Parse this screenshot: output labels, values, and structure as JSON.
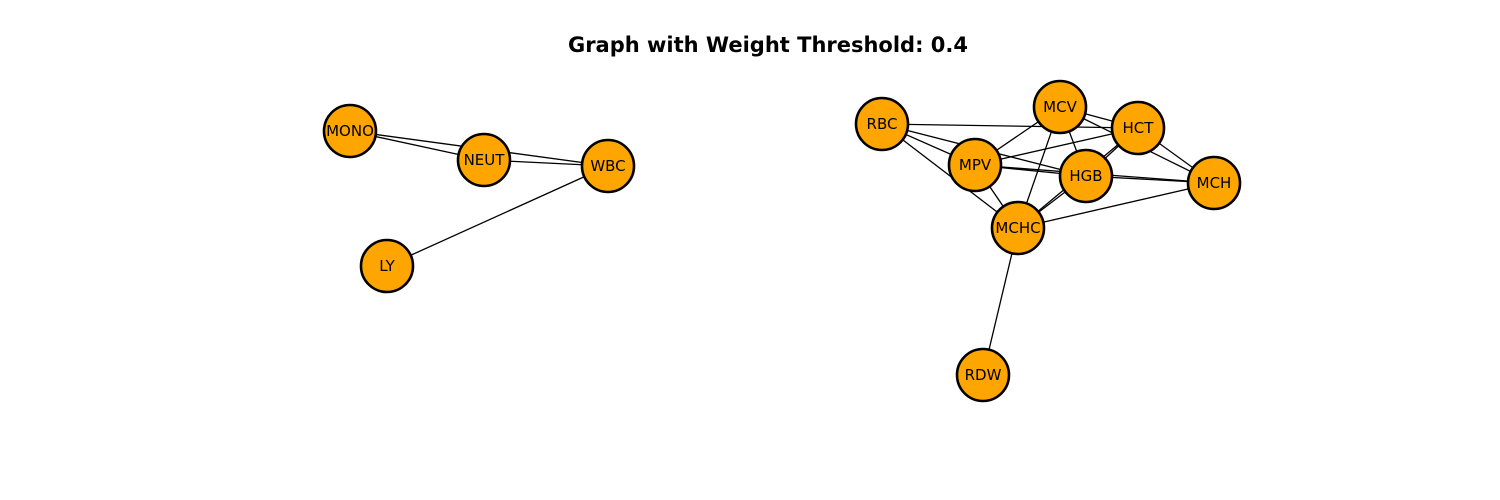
{
  "title": "Graph with Weight Threshold: 0.4",
  "colors": {
    "node_fill": "#FFA500",
    "node_stroke": "#000000",
    "edge": "#000000"
  },
  "nodes": [
    {
      "id": "MONO",
      "label": "MONO"
    },
    {
      "id": "NEUT",
      "label": "NEUT"
    },
    {
      "id": "WBC",
      "label": "WBC"
    },
    {
      "id": "LY",
      "label": "LY"
    },
    {
      "id": "RBC",
      "label": "RBC"
    },
    {
      "id": "MCV",
      "label": "MCV"
    },
    {
      "id": "HCT",
      "label": "HCT"
    },
    {
      "id": "MPV",
      "label": "MPV"
    },
    {
      "id": "HGB",
      "label": "HGB"
    },
    {
      "id": "MCH",
      "label": "MCH"
    },
    {
      "id": "MCHC",
      "label": "MCHC"
    },
    {
      "id": "RDW",
      "label": "RDW"
    }
  ],
  "edges": [
    {
      "source": "MONO",
      "target": "NEUT"
    },
    {
      "source": "MONO",
      "target": "WBC"
    },
    {
      "source": "NEUT",
      "target": "WBC"
    },
    {
      "source": "LY",
      "target": "WBC"
    },
    {
      "source": "RBC",
      "target": "MPV"
    },
    {
      "source": "RBC",
      "target": "HCT"
    },
    {
      "source": "RBC",
      "target": "HGB"
    },
    {
      "source": "RBC",
      "target": "MCHC"
    },
    {
      "source": "MCV",
      "target": "HCT"
    },
    {
      "source": "MCV",
      "target": "MPV"
    },
    {
      "source": "MCV",
      "target": "MCH"
    },
    {
      "source": "MCV",
      "target": "HGB"
    },
    {
      "source": "MCV",
      "target": "MCHC"
    },
    {
      "source": "HCT",
      "target": "MPV"
    },
    {
      "source": "HCT",
      "target": "HGB"
    },
    {
      "source": "HCT",
      "target": "MCH"
    },
    {
      "source": "HCT",
      "target": "MCHC"
    },
    {
      "source": "MPV",
      "target": "HGB"
    },
    {
      "source": "MPV",
      "target": "MCH"
    },
    {
      "source": "MPV",
      "target": "MCHC"
    },
    {
      "source": "HGB",
      "target": "MCH"
    },
    {
      "source": "HGB",
      "target": "MCHC"
    },
    {
      "source": "MCH",
      "target": "MCHC"
    },
    {
      "source": "MCHC",
      "target": "RDW"
    }
  ]
}
